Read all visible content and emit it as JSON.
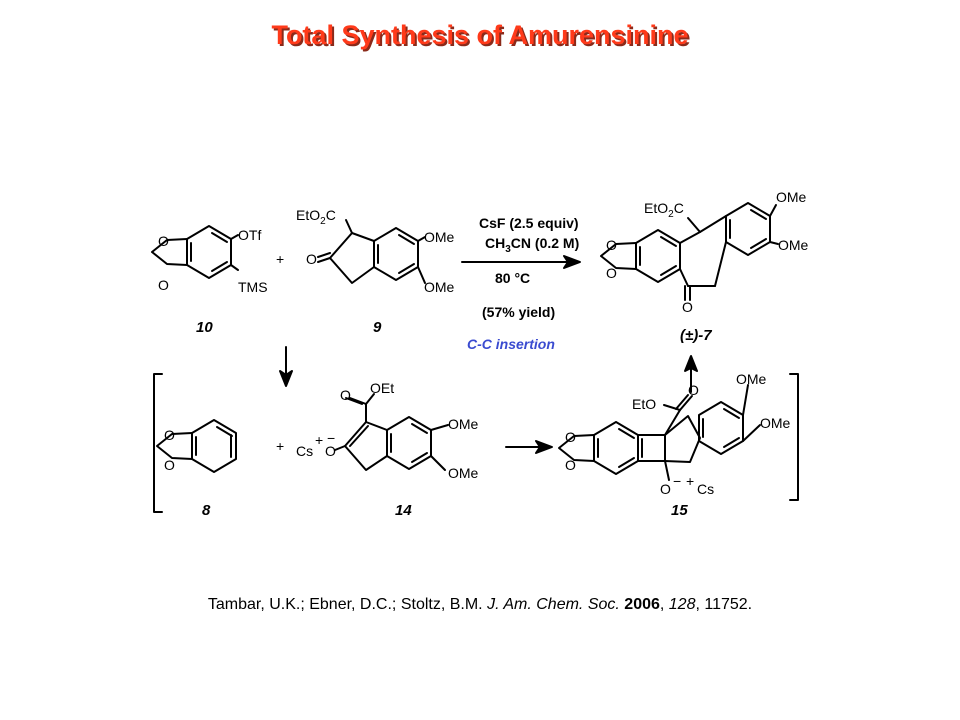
{
  "title": "Total Synthesis of Amurensinine",
  "labels": {
    "otf": "OTf",
    "tms": "TMS",
    "plus": "+",
    "etO2C_prefix": "EtO",
    "sub2": "2",
    "etO2C_suffix": "C",
    "ome": "OMe",
    "o": "O",
    "oet": "OEt",
    "eto": "EtO",
    "cs": "Cs"
  },
  "compounds": {
    "c10": "10",
    "c9": "9",
    "c7": "(±)-7",
    "c8": "8",
    "c14": "14",
    "c15": "15"
  },
  "conditions": {
    "reagent": "CsF (2.5 equiv)",
    "solvent_prefix": "CH",
    "solvent_sub": "3",
    "solvent_suffix": "CN (0.2 M)",
    "temperature": "80 °C",
    "yield": "(57% yield)",
    "highlight": "C-C insertion"
  },
  "citation": {
    "authors": "Tambar, U.K.; Ebner, D.C.; Stoltz, B.M. ",
    "journal": "J. Am. Chem. Soc.",
    "year": "2006",
    "volume": "128",
    "pages": "11752."
  }
}
